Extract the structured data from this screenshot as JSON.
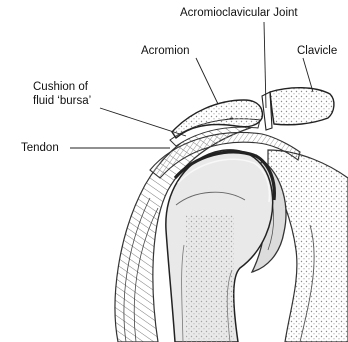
{
  "labels": {
    "ac_joint": "Acromioclavicular Joint",
    "acromion": "Acromion",
    "clavicle": "Clavicle",
    "bursa_line1": "Cushion of",
    "bursa_line2": "fluid ‘bursa’",
    "tendon": "Tendon"
  },
  "colors": {
    "ink": "#222222",
    "bone_fill": "#e6e6e6",
    "cartilage": "#f4f4f4",
    "shade": "#bdbdbd"
  }
}
